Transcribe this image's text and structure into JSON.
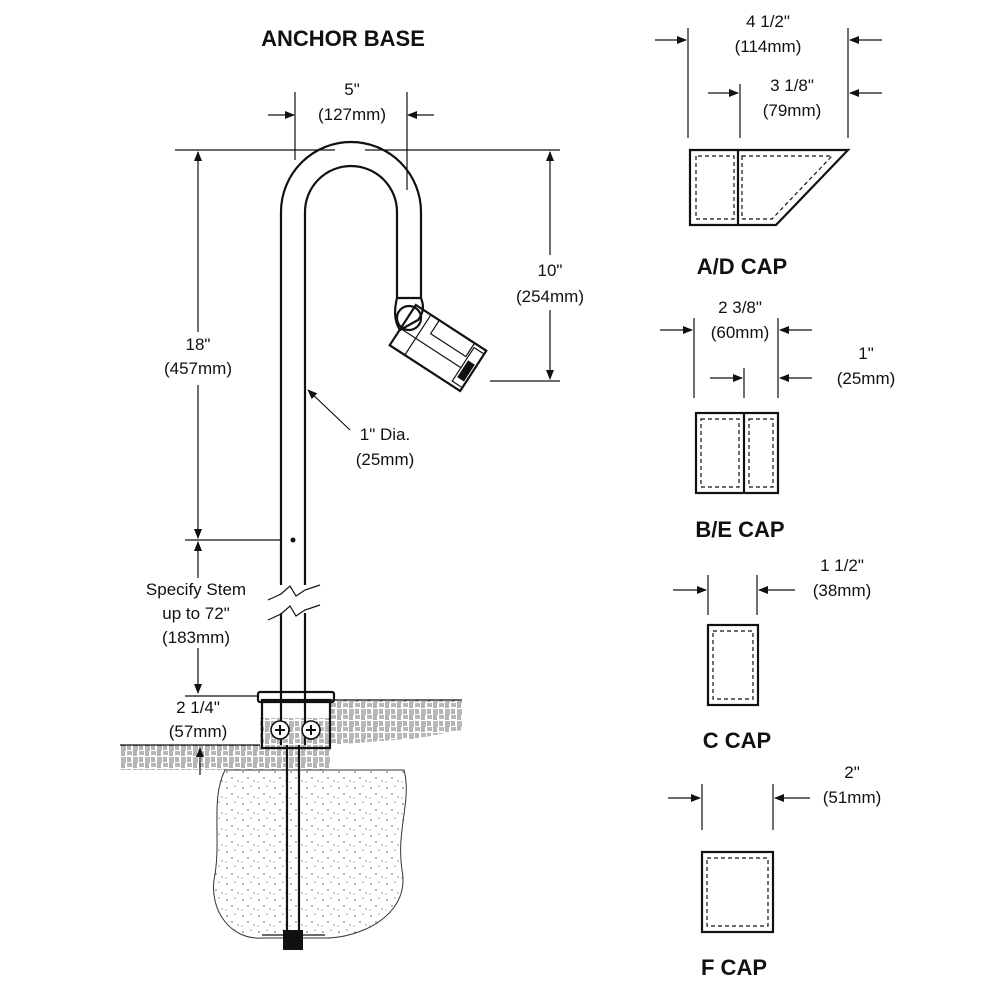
{
  "left": {
    "title": "ANCHOR BASE",
    "width_in": "5\"",
    "width_mm": "(127mm)",
    "height_in": "18\"",
    "height_mm": "(457mm)",
    "drop_in": "10\"",
    "drop_mm": "(254mm)",
    "dia_in": "1\" Dia.",
    "dia_mm": "(25mm)",
    "stem_line1": "Specify Stem",
    "stem_line2": "up to 72\"",
    "stem_mm": "(183mm)",
    "base_in": "2 1/4\"",
    "base_mm": "(57mm)"
  },
  "caps": {
    "ad": {
      "title": "A/D CAP",
      "outer_in": "4 1/2\"",
      "outer_mm": "(114mm)",
      "inner_in": "3 1/8\"",
      "inner_mm": "(79mm)"
    },
    "be": {
      "title": "B/E CAP",
      "outer_in": "2 3/8\"",
      "outer_mm": "(60mm)",
      "inner_in": "1\"",
      "inner_mm": "(25mm)"
    },
    "c": {
      "title": "C CAP",
      "width_in": "1 1/2\"",
      "width_mm": "(38mm)"
    },
    "f": {
      "title": "F CAP",
      "width_in": "2\"",
      "width_mm": "(51mm)"
    }
  },
  "colors": {
    "line": "#111111",
    "concrete": "#f4f4f4"
  }
}
